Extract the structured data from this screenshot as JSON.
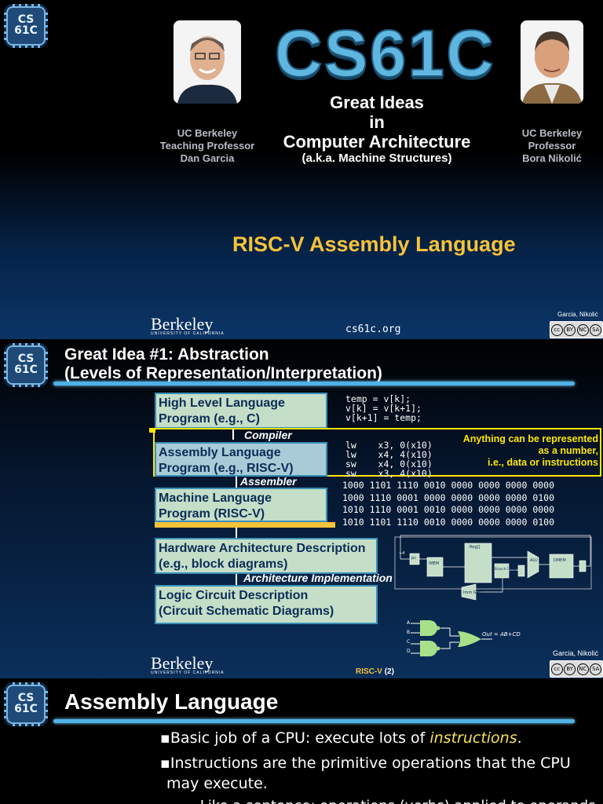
{
  "slide1": {
    "logo_line1": "CS",
    "logo_line2": "61C",
    "course": "CS61C",
    "sub1": "Great Ideas",
    "sub2": "in",
    "sub3": "Computer Architecture",
    "sub4": "(a.k.a. Machine Structures)",
    "left_name": [
      "UC Berkeley",
      "Teaching Professor",
      "Dan Garcia"
    ],
    "right_name": [
      "UC Berkeley",
      "Professor",
      "Bora Nikolić"
    ],
    "topic": "RISC-V Assembly Language",
    "berkeley": "Berkeley",
    "berkeley_small": "UNIVERSITY OF CALIFORNIA",
    "url": "cs61c.org",
    "credit": "Garcia, Nikolić",
    "cc": [
      "cc",
      "BY",
      "NC",
      "SA"
    ]
  },
  "slide2": {
    "title1": "Great Idea #1: Abstraction",
    "title2": "(Levels of Representation/Interpretation)",
    "box1": [
      "High Level Language",
      "Program (e.g., C)"
    ],
    "box2": [
      "Assembly  Language",
      "Program (e.g., RISC-V)"
    ],
    "box3": [
      "Machine  Language",
      "Program (RISC-V)"
    ],
    "box4": [
      "Hardware Architecture Description",
      "(e.g., block diagrams)"
    ],
    "box5": [
      "Logic Circuit Description",
      "(Circuit Schematic Diagrams)"
    ],
    "compiler": "Compiler",
    "assembler": "Assembler",
    "arch_impl": "Architecture Implementation",
    "c_code": "temp = v[k];\nv[k] = v[k+1];\nv[k+1] = temp;",
    "asm_code": "lw    x3, 0(x10)\nlw    x4, 4(x10)\nsw    x4, 0(x10)\nsw    x3, 4(x10)",
    "machine_code": "1000 1101 1110 0010 0000 0000 0000 0000\n1000 1110 0001 0000 0000 0000 0000 0100\n1010 1110 0001 0010 0000 0000 0000 0000\n1010 1101 1110 0010 0000 0000 0000 0100",
    "callout": [
      "Anything can be represented",
      "as a number,",
      "i.e., data or instructions"
    ],
    "footer": "RISC-V",
    "page": "(2)",
    "credit": "Garcia, Nikolić",
    "gate_out": "Out = AB+CD",
    "gate_inputs": [
      "A",
      "B",
      "C",
      "D"
    ],
    "dp_labels": [
      "Reg[]",
      "IMEM",
      "ALU",
      "DMEM",
      "Imm Gen",
      "Branch Comp",
      "pc",
      "+4"
    ]
  },
  "slide3": {
    "title": "Assembly Language",
    "b1_pre": "Basic job of a CPU: execute lots of ",
    "b1_em": "instructions",
    "b1_post": ".",
    "b2_line1": "Instructions are the primitive operations that the CPU",
    "b2_line2": "may execute.",
    "b3": "Like a sentence: operations (verbs) applied to operands"
  },
  "colors": {
    "accent": "#4fb3e8",
    "gold": "#f6c23a",
    "box_fill": "#c5dec8",
    "callout": "#ffe600"
  }
}
